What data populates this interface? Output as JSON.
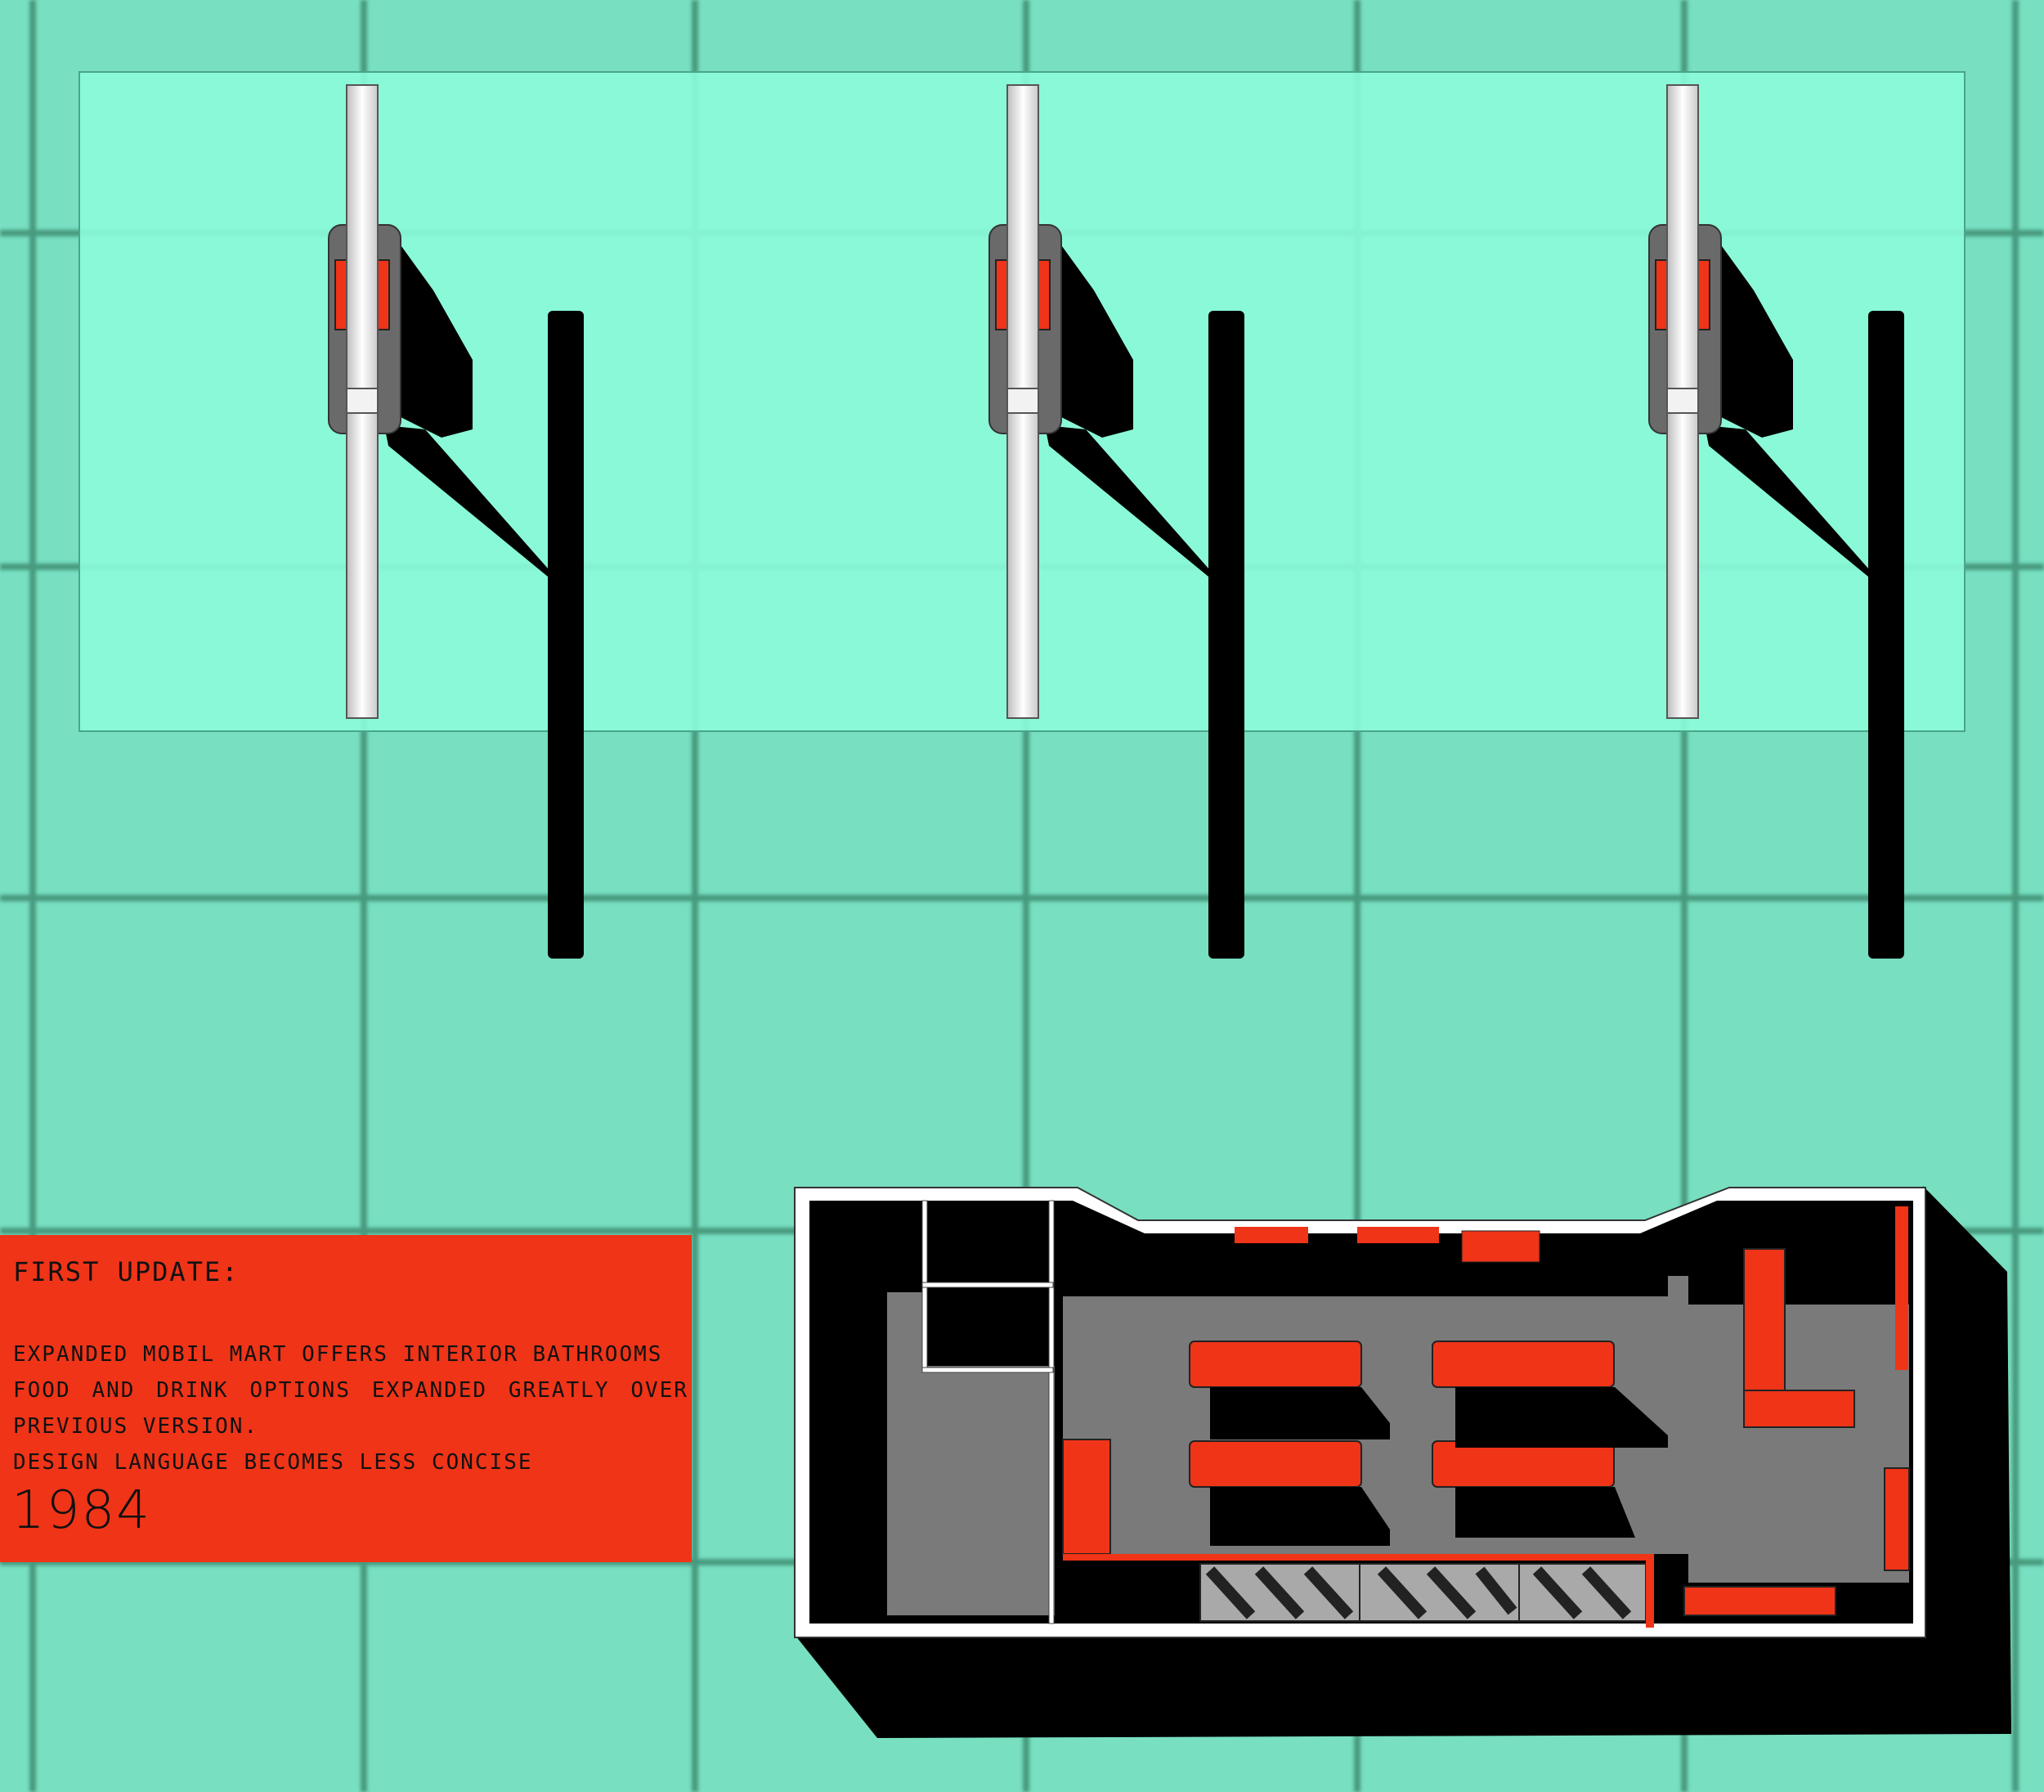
{
  "caption": {
    "heading": "FIRST UPDATE:",
    "line1": "EXPANDED MOBIL MART OFFERS INTERIOR BATHROOMS",
    "line2_words": [
      "FOOD",
      "AND",
      "DRINK",
      "OPTIONS",
      "EXPANDED",
      "GREATLY",
      "OVER"
    ],
    "line3": "PREVIOUS VERSION.",
    "line4": "DESIGN LANGUAGE BECOMES LESS CONCISE",
    "year": "1984"
  },
  "colors": {
    "background": "#78dfc1",
    "canopy": "#8cfcda",
    "grid_line": "#3f8e72",
    "accent_red": "#ef3418",
    "shadow": "#000000",
    "floor_gray": "#7a7a7a",
    "wall_white": "#ffffff",
    "pump_gray": "#6a6a6a"
  },
  "pump_islands": [
    {
      "id": "pump-island-1"
    },
    {
      "id": "pump-island-2"
    },
    {
      "id": "pump-island-3"
    }
  ]
}
